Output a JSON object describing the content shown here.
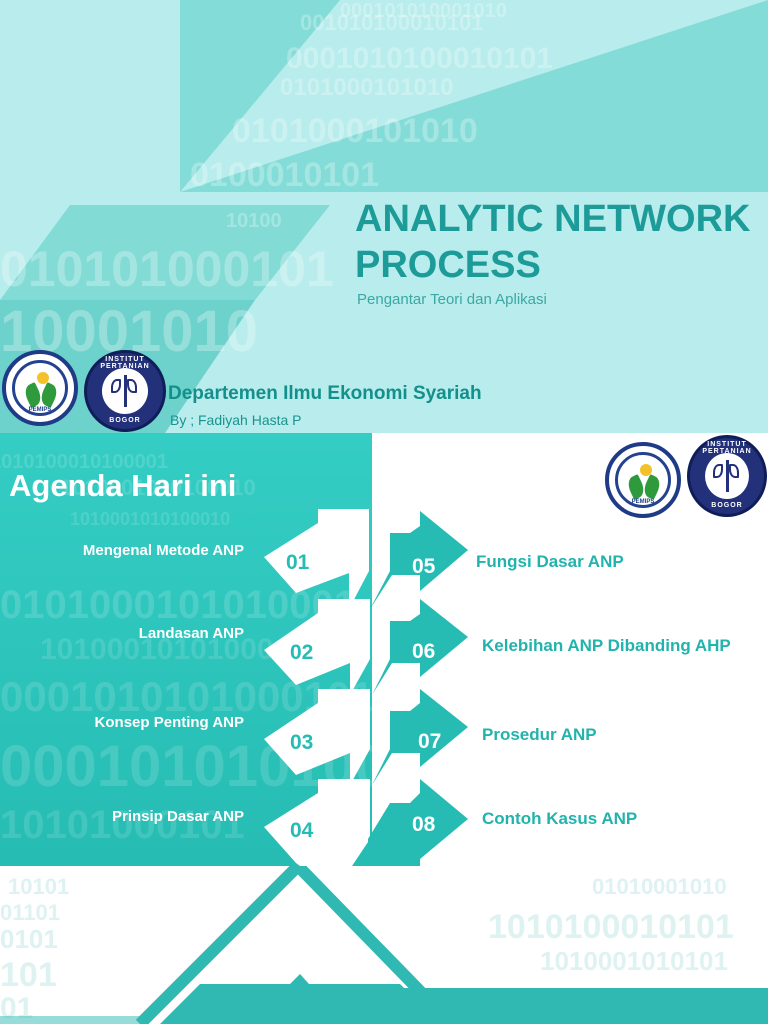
{
  "slide1": {
    "title_line1": "ANALYTIC NETWORK",
    "title_line2": "PROCESS",
    "subtitle": "Pengantar Teori dan Aplikasi",
    "department": "Departemen Ilmu Ekonomi Syariah",
    "author": "By ; Fadiyah Hasta P",
    "binary_lines": [
      "000101010001010",
      "001010100010101",
      "0001010100010101",
      "0101000101010",
      "0100010101",
      "10100",
      "010101000101",
      "10001010"
    ]
  },
  "logos": {
    "pemips_label": "PEMIPS",
    "ipb_top": "INSTITUT PERTANIAN",
    "ipb_bottom": "BOGOR"
  },
  "slide2": {
    "title": "Agenda Hari ini",
    "left_items": [
      {
        "num": "01",
        "label": "Mengenal Metode ANP"
      },
      {
        "num": "02",
        "label": "Landasan ANP"
      },
      {
        "num": "03",
        "label": "Konsep Penting ANP"
      },
      {
        "num": "04",
        "label": "Prinsip Dasar ANP"
      }
    ],
    "right_items": [
      {
        "num": "05",
        "label": "Fungsi Dasar ANP"
      },
      {
        "num": "06",
        "label": "Kelebihan ANP Dibanding AHP"
      },
      {
        "num": "07",
        "label": "Prosedur ANP"
      },
      {
        "num": "08",
        "label": "Contoh Kasus ANP"
      }
    ],
    "binary_lines": [
      "1010100010100001",
      "1010001010100010",
      "0101000101010001",
      "1010001010100010",
      "0001010101000101",
      "10101000101"
    ]
  },
  "slide3": {
    "binary_left": [
      "10101",
      "01101",
      "0101",
      "101",
      "01"
    ],
    "binary_right": [
      "01010001010",
      "1010100010101",
      "1010001010101"
    ]
  },
  "colors": {
    "slide1_bg": "#b9ecec",
    "teal_dark": "#1c9b98",
    "teal_main": "#26bcb3",
    "teal_band": "#2fb9b2",
    "navy": "#23307a"
  }
}
